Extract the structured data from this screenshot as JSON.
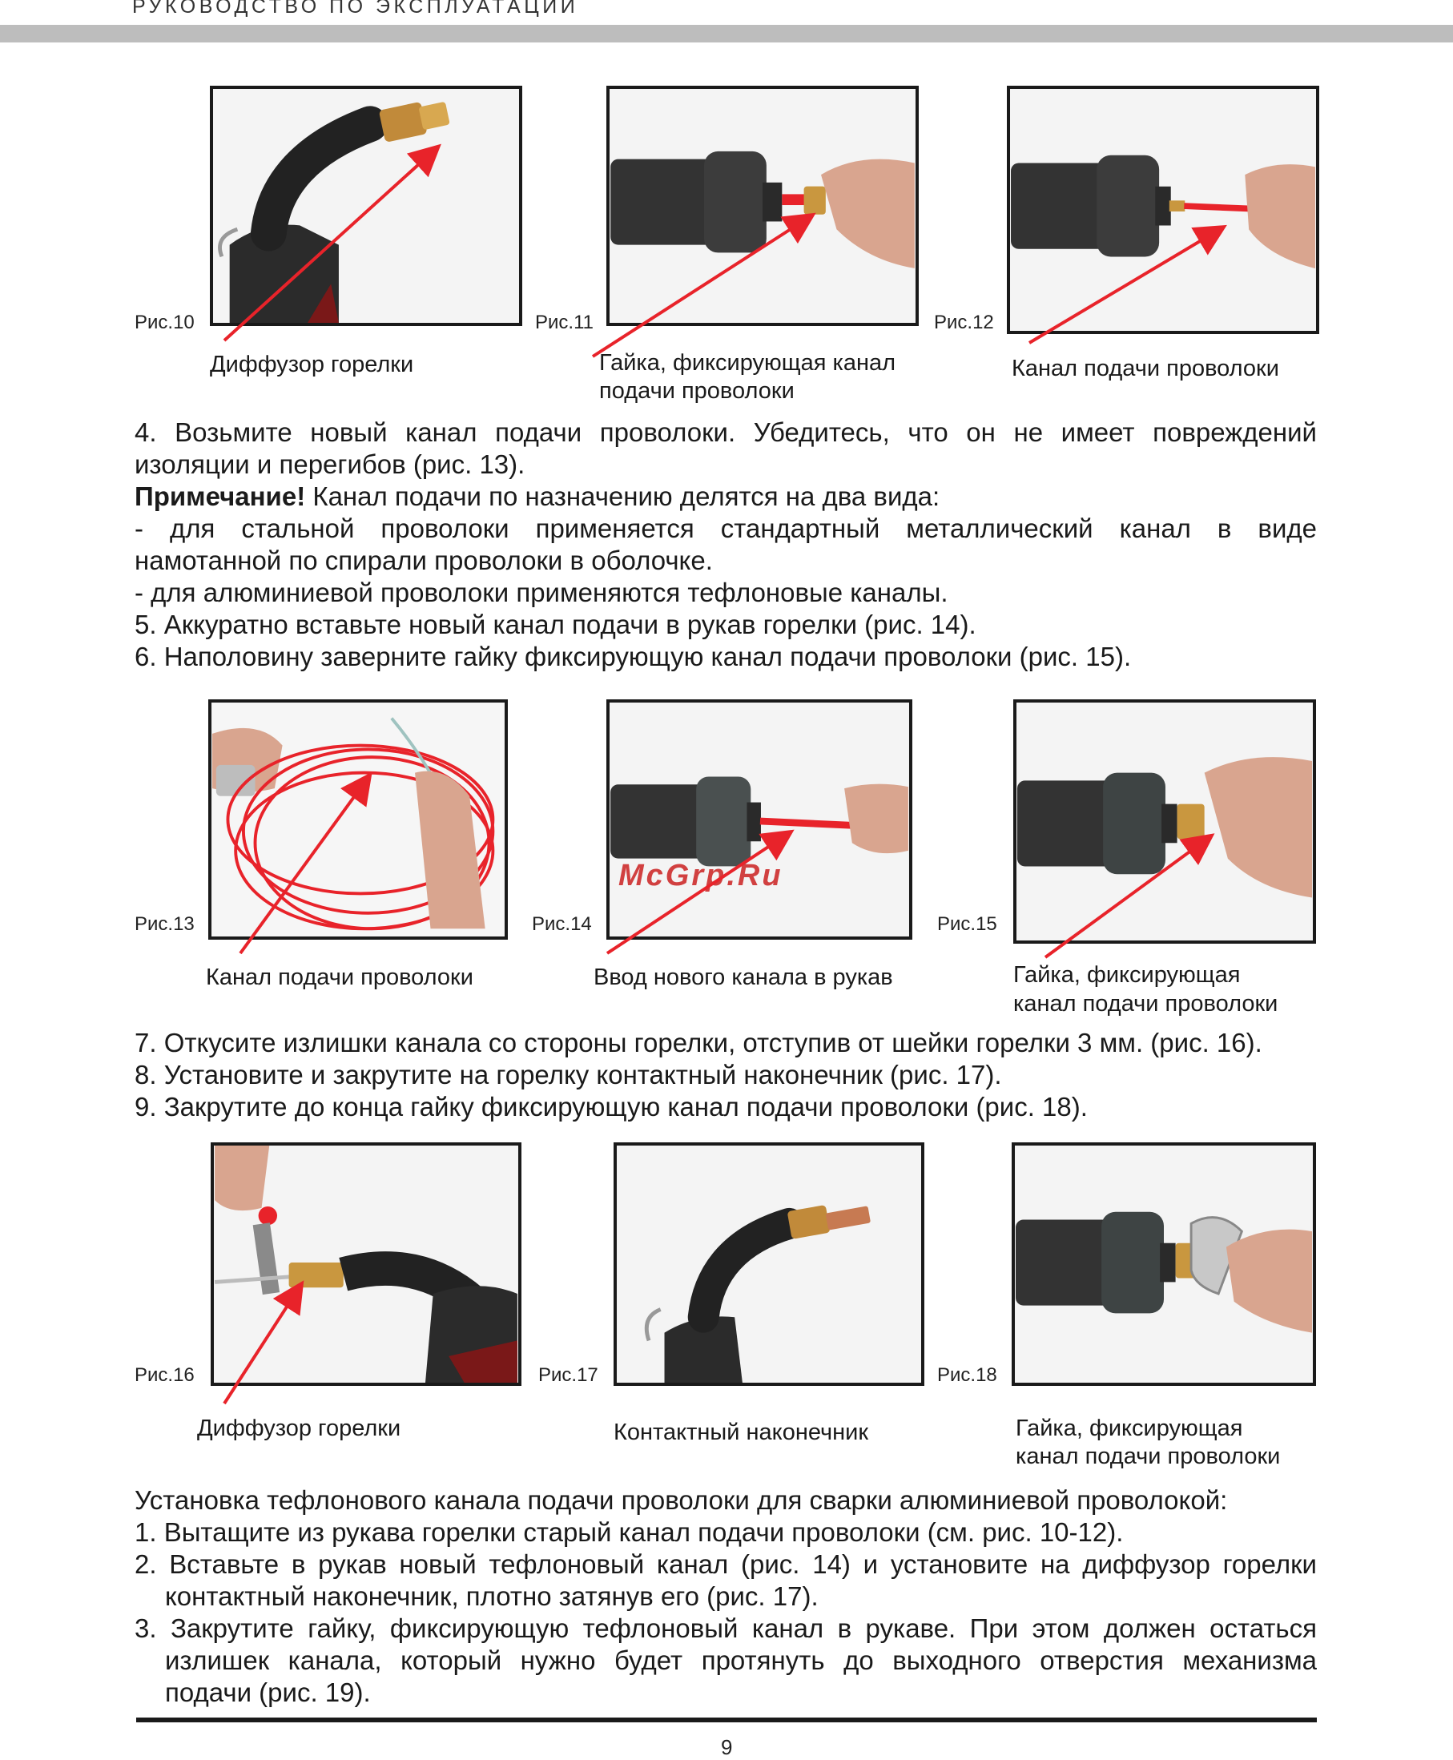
{
  "header": {
    "title": "РУКОВОДСТВО ПО ЭКСПЛУАТАЦИИ"
  },
  "figures": {
    "fig10": {
      "label": "Рис.10",
      "caption": "Диффузор горелки"
    },
    "fig11": {
      "label": "Рис.11",
      "caption_line1": "Гайка, фиксирующая канал",
      "caption_line2": "подачи проволоки"
    },
    "fig12": {
      "label": "Рис.12",
      "caption": "Канал подачи проволоки"
    },
    "fig13": {
      "label": "Рис.13",
      "caption": "Канал подачи проволоки"
    },
    "fig14": {
      "label": "Рис.14",
      "caption": "Ввод нового канала в рукав"
    },
    "fig15": {
      "label": "Рис.15",
      "caption_line1": "Гайка, фиксирующая",
      "caption_line2": "канал подачи проволоки"
    },
    "fig16": {
      "label": "Рис.16",
      "caption": "Диффузор горелки"
    },
    "fig17": {
      "label": "Рис.17",
      "caption": "Контактный наконечник"
    },
    "fig18": {
      "label": "Рис.18",
      "caption_line1": "Гайка, фиксирующая",
      "caption_line2": "канал подачи проволоки"
    }
  },
  "section1": {
    "step4_line1": "4. Возьмите новый канал подачи проволоки. Убедитесь, что он не имеет повреждений",
    "step4_line2": "изоляции и перегибов (рис. 13).",
    "note_label": "Примечание!",
    "note_text": " Канал подачи по назначению делятся на два вида:",
    "steel_line1": "- для стальной проволоки применяется стандартный металлический канал в виде",
    "steel_line2": "намотанной по спирали проволоки в оболочке.",
    "aluminium": "- для алюминиевой проволоки применяются тефлоновые каналы.",
    "step5": "5. Аккуратно вставьте новый канал подачи в рукав горелки (рис. 14).",
    "step6": "6. Наполовину заверните гайку фиксирующую канал подачи проволоки (рис. 15)."
  },
  "section2": {
    "step7": "7. Откусите излишки канала со стороны горелки, отступив от шейки горелки 3 мм. (рис. 16).",
    "step8": "8. Установите и закрутите на горелку контактный наконечник (рис. 17).",
    "step9": "9. Закрутите до конца гайку фиксирующую канал подачи проволоки (рис. 18)."
  },
  "section3": {
    "intro": "Установка тефлонового канала подачи проволоки для сварки алюминиевой проволокой:",
    "step1": "1. Вытащите из рукава горелки старый канал подачи проволоки (см. рис. 10-12).",
    "step2_line1": "2. Вставьте в рукав новый тефлоновый канал (рис. 14) и установите на диффузор горелки",
    "step2_line2": "контактный наконечник, плотно затянув его (рис. 17).",
    "step3_line1": "3. Закрутите гайку, фиксирующую тефлоновый канал в рукаве. При этом должен остаться",
    "step3_line2": "излишек канала, который нужно будет протянуть до выходного отверстия механизма",
    "step3_line3": "подачи (рис. 19)."
  },
  "watermark": "McGrp.Ru",
  "footer": {
    "page_number": "9"
  },
  "colors": {
    "arrow_red": "#e8232a",
    "frame": "#1a1a1a",
    "header_bar": "#bdbdbd"
  }
}
